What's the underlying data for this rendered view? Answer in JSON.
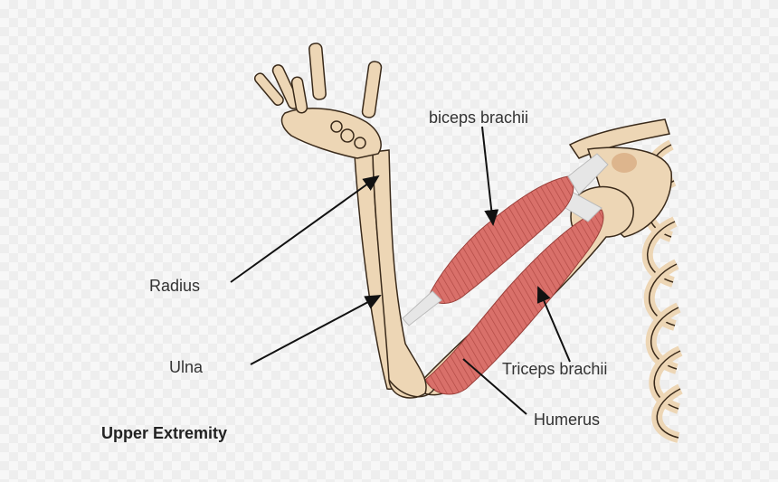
{
  "labels": {
    "biceps": "biceps brachii",
    "radius": "Radius",
    "ulna": "Ulna",
    "triceps": "Triceps brachii",
    "humerus": "Humerus",
    "title": "Upper Extremity"
  },
  "colors": {
    "bone": "#edd6b5",
    "bone_outline": "#3a2a1a",
    "muscle": "#d9706a",
    "muscle_stripe": "#b24a45",
    "tendon": "#e6e6e6",
    "leader_line": "#111111"
  }
}
